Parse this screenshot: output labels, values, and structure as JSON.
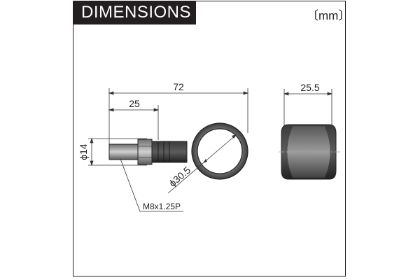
{
  "title": "DIMENSIONS",
  "unit": "〔mm〕",
  "dimensions": {
    "overall_length": "72",
    "thread_length": "25",
    "bolt_diameter": "ϕ14",
    "ring_diameter": "ϕ30.5",
    "thread_spec": "M8x1.25P",
    "side_width": "25.5"
  },
  "colors": {
    "title_background": "#231f20",
    "title_text": "#ffffff",
    "line": "#222222"
  }
}
